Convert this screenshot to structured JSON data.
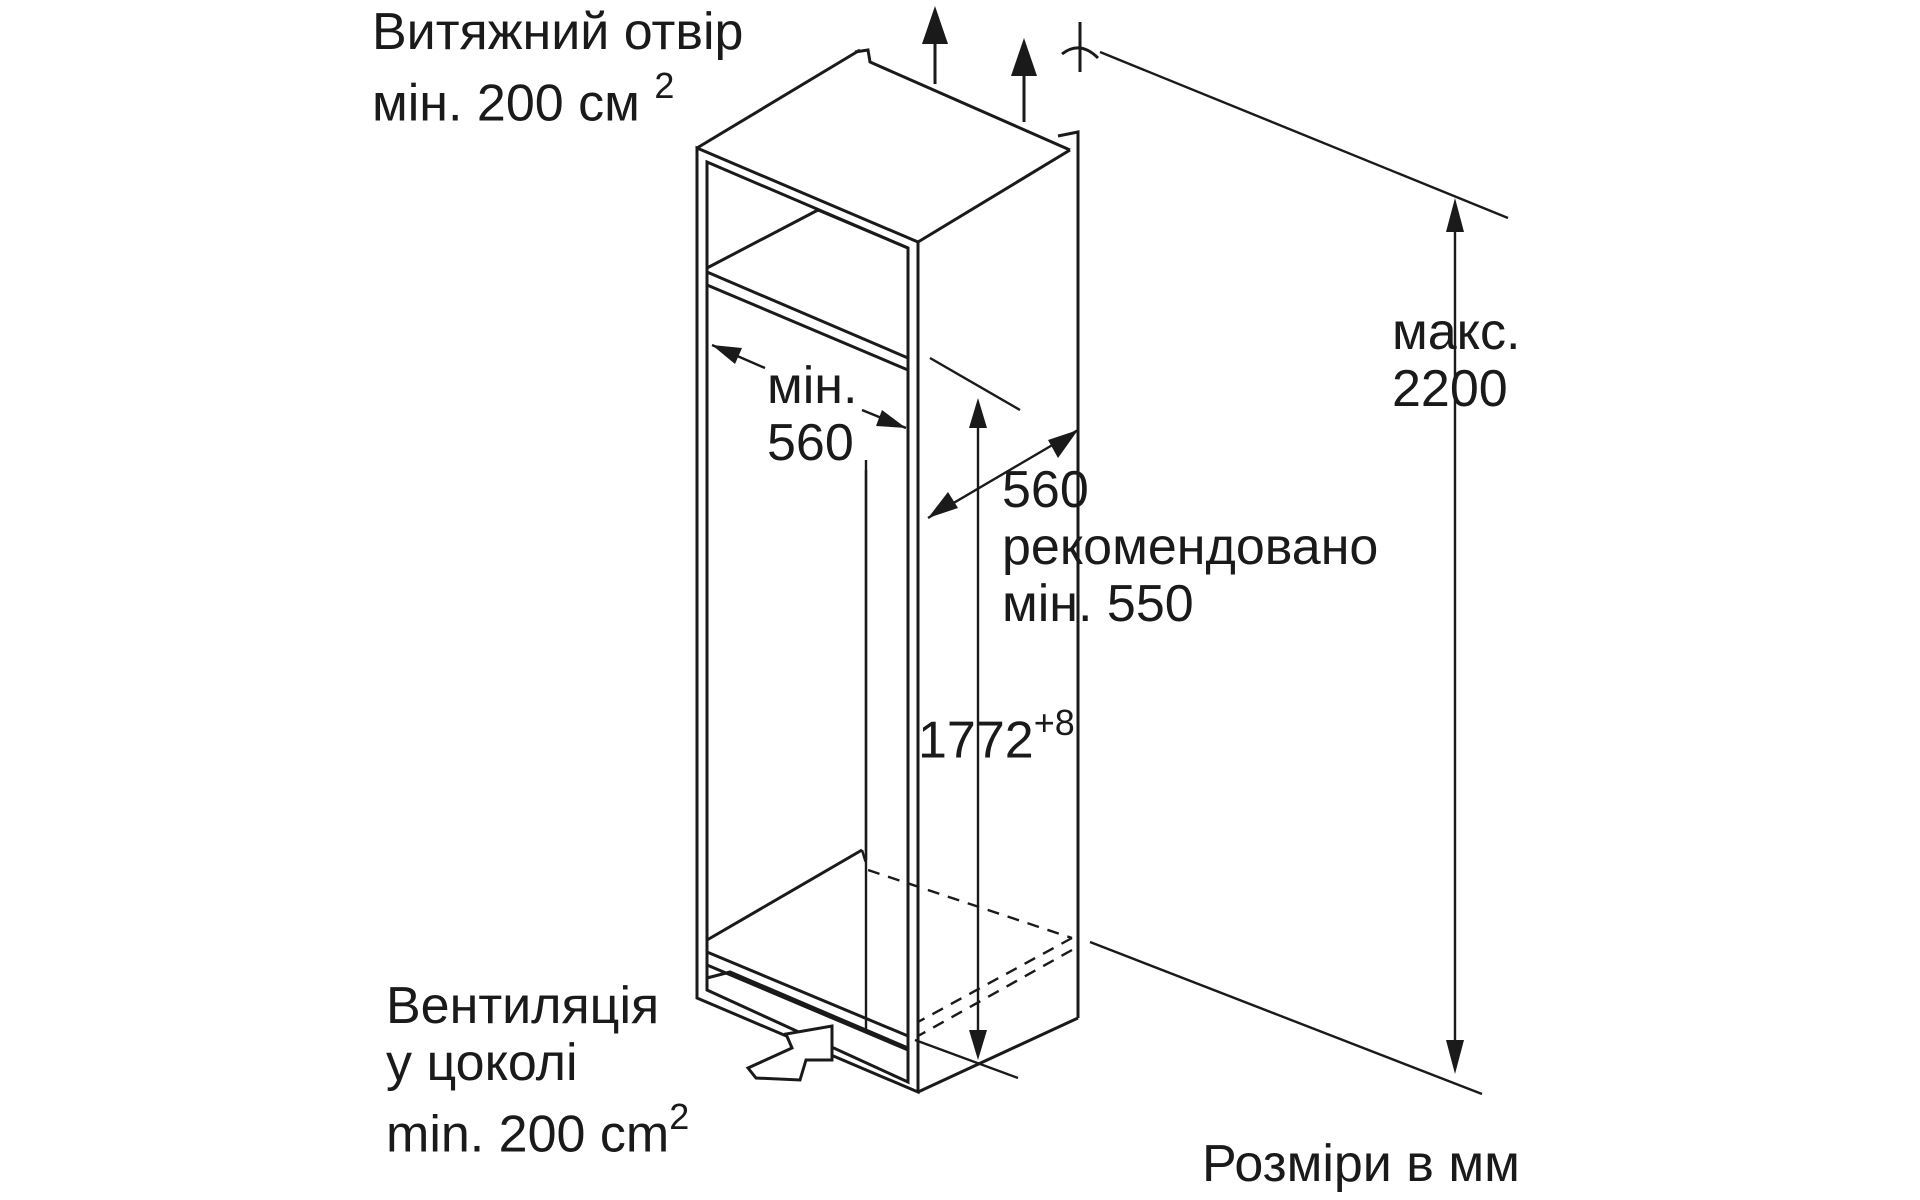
{
  "labels": {
    "exhaust_line1": "Витяжний отвір",
    "exhaust_line2": "мін. 200 см",
    "exhaust_sup": "2",
    "inner_width_line1": "мін.",
    "inner_width_line2": "560",
    "depth_line1": "560",
    "depth_line2": "рекомендовано",
    "depth_line3": "мін. 550",
    "niche_height": "1772",
    "niche_height_tolerance": "+8",
    "max_height_line1": "макс.",
    "max_height_line2": "2200",
    "plinth_line1": "Вентиляція",
    "plinth_line2": "у цоколі",
    "plinth_line3": "min. 200 cm",
    "plinth_sup": "2",
    "units": "Розміри в мм"
  }
}
